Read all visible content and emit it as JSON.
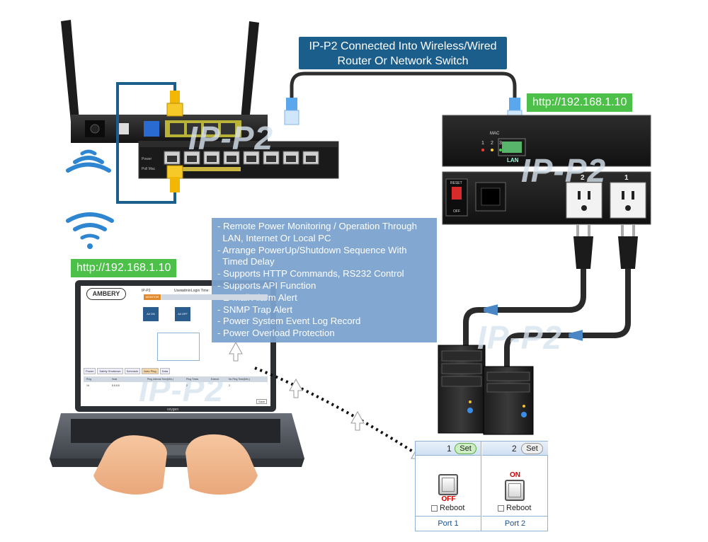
{
  "callout": {
    "line1": "IP-P2 Connected Into Wireless/Wired",
    "line2": "Router Or Network Switch"
  },
  "ip_badges": {
    "device": "http://192.168.1.10",
    "laptop": "http://192.168.1.10"
  },
  "features": [
    "- Remote Power Monitoring / Operation Through",
    "  LAN, Internet Or Local PC",
    "- Arrange PowerUp/Shutdown Sequence With",
    "  Timed Delay",
    "- Supports HTTP Commands, RS232 Control",
    "- Supports API Function",
    "- E-Mail Alarm Alert",
    "- SNMP Trap Alert",
    "- Power System Event Log Record",
    "- Power Overload Protection"
  ],
  "watermark": "IP-P2",
  "device": {
    "lan_label": "LAN",
    "led_labels": [
      "1",
      "2",
      "3"
    ],
    "mac_label": "MAC",
    "outlet_labels": [
      "2",
      "1"
    ],
    "reset_label": "RESET",
    "off_label": "OFF"
  },
  "router": {
    "panel_labels": [
      "Power",
      "Poll Mac"
    ]
  },
  "laptop": {
    "logo": "AMBERY",
    "model": "IP-P2",
    "user_label": "User:",
    "user": "admin",
    "login_time_label": "Login Time:",
    "tab_active": "MONITOR",
    "brand": "oxygen",
    "tabs": [
      "Power",
      "Safety Shutdown",
      "Schedule",
      "Auto Ping",
      "Data"
    ],
    "table_headers": [
      "Ping",
      "Host",
      "Ping Interval Time(Min.)",
      "Ping Times",
      "Extend",
      "No Ping Time(Min.)"
    ],
    "table_row": [
      "1#",
      "8.8.8.8",
      "",
      "2",
      "",
      "2"
    ],
    "save": "Save",
    "tiles": [
      "All ON",
      "All OFF"
    ]
  },
  "ports": [
    {
      "number": "1",
      "set_label": "Set",
      "state": "OFF",
      "reboot_label": "Reboot",
      "port_label": "Port 1",
      "set_color": "#cdeec2"
    },
    {
      "number": "2",
      "set_label": "Set",
      "state": "ON",
      "reboot_label": "Reboot",
      "port_label": "Port 2",
      "set_color": "#eeeeee"
    }
  ],
  "colors": {
    "callout_bg": "#1b5e8c",
    "badge_bg": "#4dc04a",
    "features_bg": "#7ca3cf",
    "cable": "#333333",
    "wifi": "#2e86d1",
    "connector": "#f2b705",
    "connector_blue": "#5aa7ee",
    "arrow": "#4b86c5"
  }
}
